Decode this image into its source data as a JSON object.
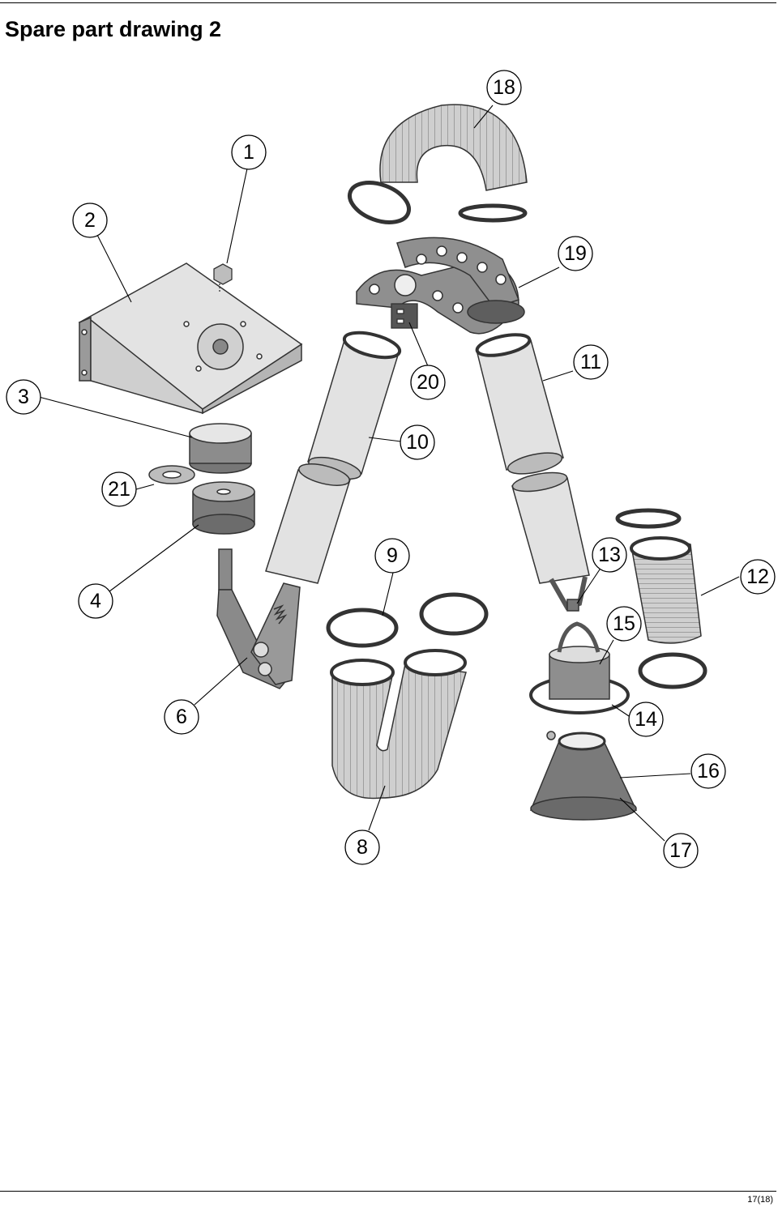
{
  "title": "Spare part drawing 2",
  "page_number": "17(18)",
  "callouts": [
    {
      "id": "c1",
      "label": "1"
    },
    {
      "id": "c2",
      "label": "2"
    },
    {
      "id": "c3",
      "label": "3"
    },
    {
      "id": "c4",
      "label": "4"
    },
    {
      "id": "c6",
      "label": "6"
    },
    {
      "id": "c8",
      "label": "8"
    },
    {
      "id": "c9",
      "label": "9"
    },
    {
      "id": "c10",
      "label": "10"
    },
    {
      "id": "c11",
      "label": "11"
    },
    {
      "id": "c12",
      "label": "12"
    },
    {
      "id": "c13",
      "label": "13"
    },
    {
      "id": "c14",
      "label": "14"
    },
    {
      "id": "c15",
      "label": "15"
    },
    {
      "id": "c16",
      "label": "16"
    },
    {
      "id": "c17",
      "label": "17"
    },
    {
      "id": "c18",
      "label": "18"
    },
    {
      "id": "c19",
      "label": "19"
    },
    {
      "id": "c20",
      "label": "20"
    },
    {
      "id": "c21",
      "label": "21"
    }
  ]
}
